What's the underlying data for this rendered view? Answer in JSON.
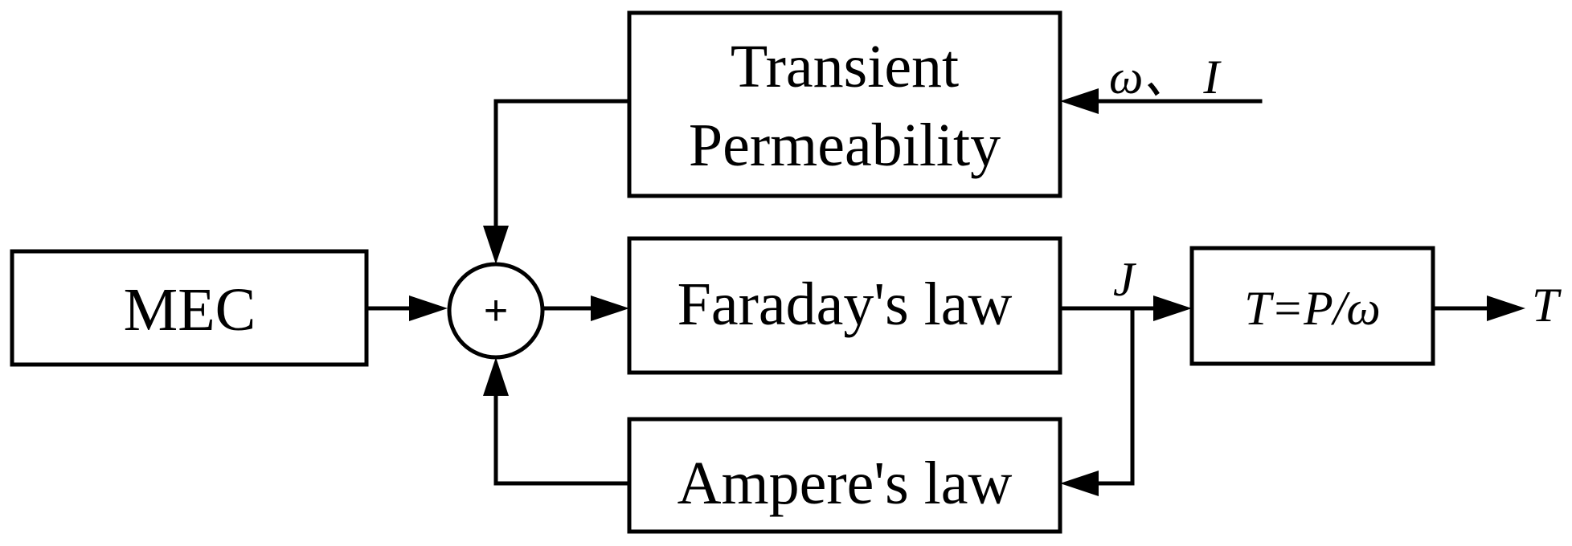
{
  "blocks": {
    "transient": {
      "line1": "Transient",
      "line2": "Permeability"
    },
    "mec": {
      "label": "MEC"
    },
    "faraday": {
      "label": "Faraday's law"
    },
    "ampere": {
      "label": "Ampere's law"
    },
    "torque": {
      "label": "T=P/ω"
    }
  },
  "summing_junction": {
    "symbol": "+"
  },
  "signals": {
    "inputs": "ω、 I",
    "current_density": "J",
    "output": "T"
  }
}
